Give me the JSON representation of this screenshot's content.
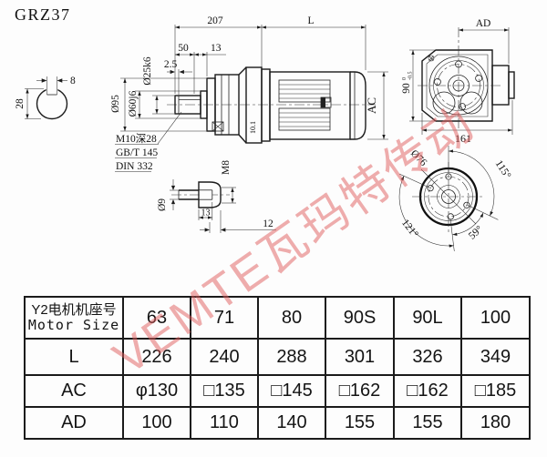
{
  "page": {
    "title": "GRZ37",
    "watermark": "VEMTE瓦玛特传动",
    "watermark_color": "#e05c5c",
    "line_color": "#1b1b1b"
  },
  "drawing": {
    "shaft_section": {
      "key_width": "8",
      "diameter": "28"
    },
    "front_view": {
      "len_total": "207",
      "len_motor": "L",
      "len_50": "50",
      "len_13": "13",
      "len_2_5": "2.5",
      "dia_shaft": "Ø25k6",
      "dia_pilot": "Ø95",
      "dia_hub": "Ø60j6",
      "note_tap": "M10深28",
      "note_gb": "GB/T 145",
      "note_din": "DIN 332",
      "dim_10_1": "10.1",
      "height_motor": "AC"
    },
    "key_detail": {
      "thread": "M8",
      "dia_hole": "Ø9",
      "len_13": "13",
      "len_12": "12"
    },
    "top_view": {
      "width_ad": "AD",
      "height_90": "90",
      "tol_upper": "0",
      "tol_lower": "-0.5",
      "width_161": "161"
    },
    "flange_view": {
      "dia_76": "Ø76",
      "angle_115": "115°",
      "angle_121": "121°",
      "angle_59": "59°"
    }
  },
  "table": {
    "header_cn": "Y2电机机座号",
    "header_en": "Motor Size",
    "columns": [
      "63",
      "71",
      "80",
      "90S",
      "90L",
      "100"
    ],
    "rows": [
      {
        "label": "L",
        "values": [
          "226",
          "240",
          "288",
          "301",
          "326",
          "349"
        ]
      },
      {
        "label": "AC",
        "values": [
          "φ130",
          "□135",
          "□145",
          "□162",
          "□162",
          "□185"
        ]
      },
      {
        "label": "AD",
        "values": [
          "100",
          "110",
          "140",
          "155",
          "155",
          "180"
        ]
      }
    ]
  }
}
